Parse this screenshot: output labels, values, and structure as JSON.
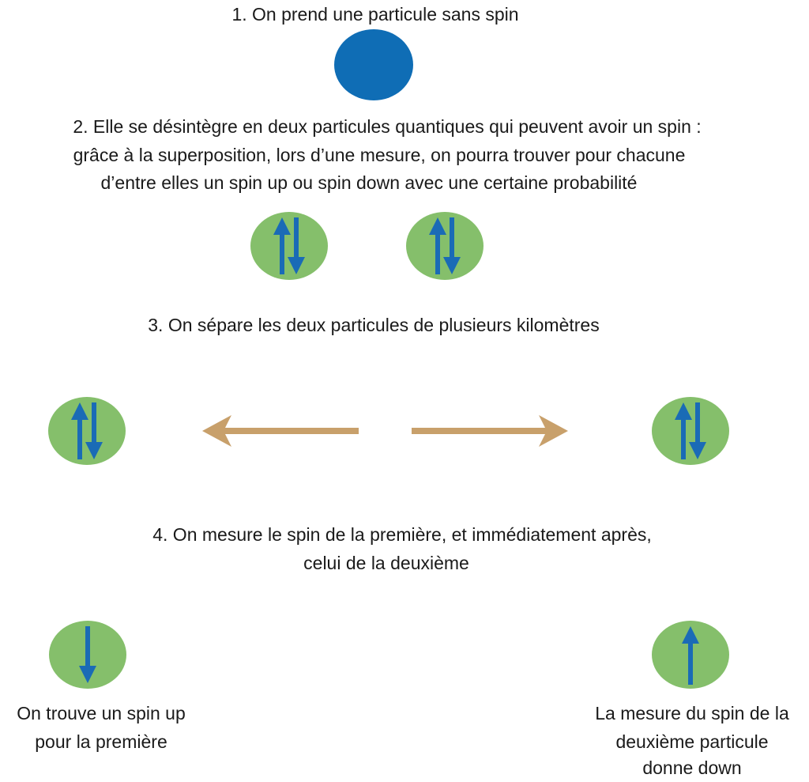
{
  "step1": {
    "text": "1. On prend une particule sans spin"
  },
  "step2": {
    "lines": [
      "2. Elle se désintègre en deux particules quantiques qui peuvent avoir un spin :",
      "grâce à la superposition, lors d’une mesure, on pourra trouver pour chacune",
      "d’entre elles un  spin up ou spin down avec une certaine probabilité"
    ]
  },
  "step3": {
    "text": "3. On sépare les deux particules de plusieurs kilomètres"
  },
  "step4": {
    "lines": [
      "4. On mesure le spin de la première, et immédiatement après,",
      "celui de la deuxième"
    ]
  },
  "result_left": {
    "lines": [
      "On trouve un spin up",
      "pour la première"
    ]
  },
  "result_right": {
    "lines": [
      "La mesure du spin de la",
      "deuxième particule",
      "donne down"
    ]
  },
  "colors": {
    "particle_no_spin": "#0f6db5",
    "particle_spin": "#85bf6b",
    "spin_arrow": "#1a6bb6",
    "separation_arrow": "#c8a06b"
  },
  "icons": {
    "particle_no_spin": "blue-circle",
    "particle_superposition": "up-down-arrows-icon",
    "particle_down": "down-arrow-icon",
    "particle_up": "up-arrow-icon",
    "separation": "left-right-arrows"
  }
}
